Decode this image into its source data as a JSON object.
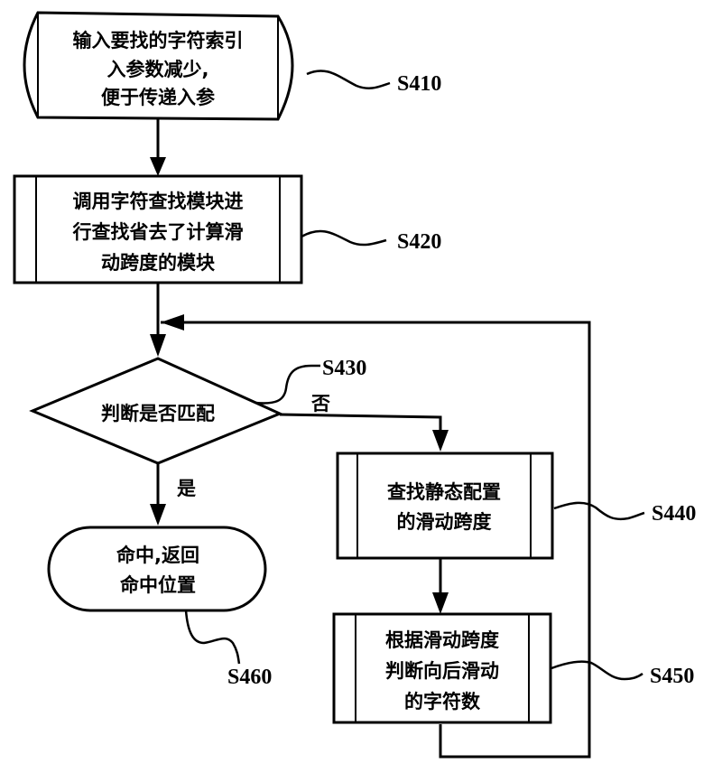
{
  "diagram": {
    "type": "flowchart",
    "nodes": {
      "s410": {
        "id": "S410",
        "shape": "cylinder-horizontal",
        "lines": [
          "输入要找的字符索引",
          "入参数减少,",
          "便于传递入参"
        ]
      },
      "s420": {
        "id": "S420",
        "shape": "predefined-process",
        "lines": [
          "调用字符查找模块进",
          "行查找省去了计算滑",
          "动跨度的模块"
        ]
      },
      "s430": {
        "id": "S430",
        "shape": "decision",
        "lines": [
          "判断是否匹配"
        ]
      },
      "s440": {
        "id": "S440",
        "shape": "predefined-process",
        "lines": [
          "查找静态配置",
          "的滑动跨度"
        ]
      },
      "s450": {
        "id": "S450",
        "shape": "predefined-process",
        "lines": [
          "根据滑动跨度",
          "判断向后滑动",
          "的字符数"
        ]
      },
      "s460": {
        "id": "S460",
        "shape": "terminator",
        "lines": [
          "命中,返回",
          "命中位置"
        ]
      }
    },
    "branch_labels": {
      "no": "否",
      "yes": "是"
    },
    "edges": [
      {
        "from": "S410",
        "to": "S420"
      },
      {
        "from": "S420",
        "to": "S430"
      },
      {
        "from": "S430",
        "to": "S440",
        "label": "否"
      },
      {
        "from": "S430",
        "to": "S460",
        "label": "是"
      },
      {
        "from": "S440",
        "to": "S450"
      },
      {
        "from": "S450",
        "to": "S430",
        "note": "loop back"
      }
    ]
  }
}
